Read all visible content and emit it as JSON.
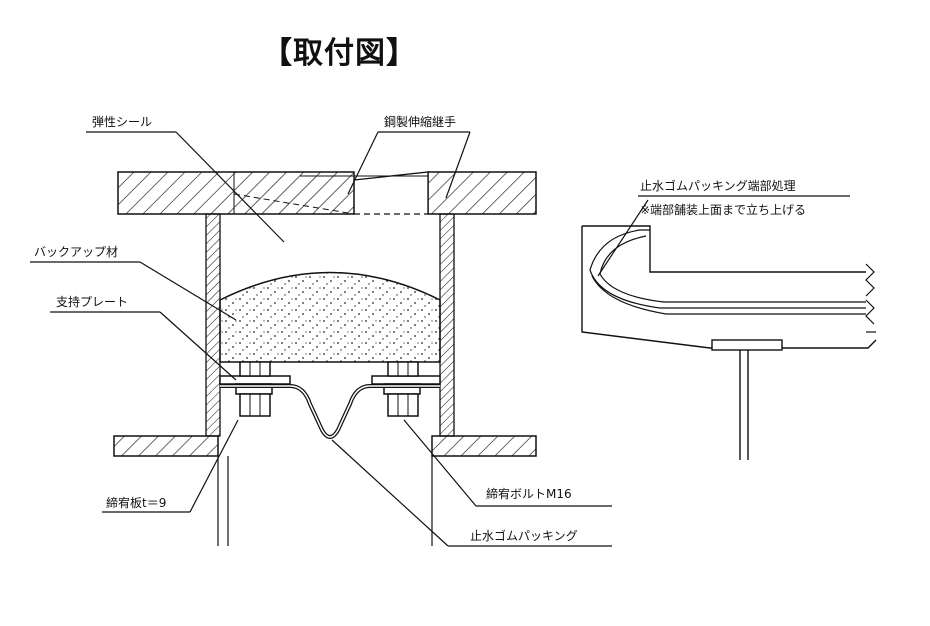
{
  "title": "【取付図】",
  "labels": {
    "elastic_seal": "弾性シール",
    "steel_joint": "鋼製伸縮継手",
    "backup_material": "バックアップ材",
    "support_plate": "支持プレート",
    "clamp_plate": "締宥板t＝9",
    "clamp_bolt": "締宥ボルトM16",
    "waterstop_rubber": "止水ゴムパッキング",
    "end_treatment": "止水ゴムパッキング端部処理",
    "end_treatment_note": "※端部舗装上面まで立ち上げる"
  }
}
